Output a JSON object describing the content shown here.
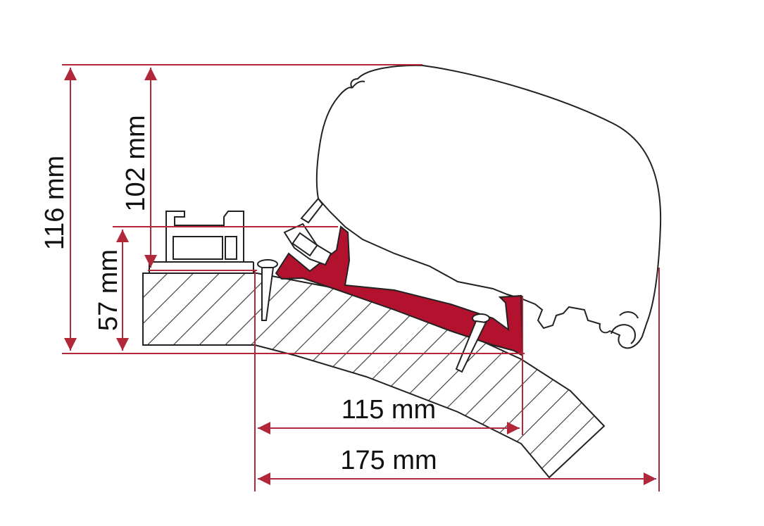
{
  "colors": {
    "dimension": "#b0283a",
    "bracket": "#b3122e",
    "outline": "#222222",
    "hatch": "#333333",
    "text": "#111111",
    "background": "#ffffff"
  },
  "dimensions": {
    "total_height": "116 mm",
    "awning_height": "102 mm",
    "rail_height": "57 mm",
    "bracket_depth": "115 mm",
    "total_depth": "175 mm"
  }
}
